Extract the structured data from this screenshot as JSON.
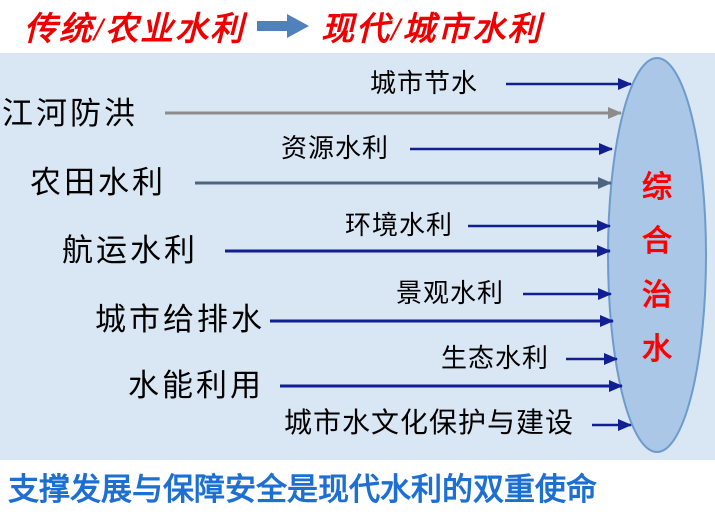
{
  "header": {
    "title_left": "传统/农业水利",
    "title_right": "现代/城市水利",
    "title_color": "#ee0000",
    "arrow_color": "#4f81bd"
  },
  "diagram": {
    "background_color": "#d9e6f3",
    "left_items": [
      {
        "label": "江河防洪"
      },
      {
        "label": "农田水利"
      },
      {
        "label": "航运水利"
      },
      {
        "label": "城市给排水"
      },
      {
        "label": "水能利用"
      }
    ],
    "middle_items": [
      {
        "label": "城市节水"
      },
      {
        "label": "资源水利"
      },
      {
        "label": "环境水利"
      },
      {
        "label": "景观水利"
      },
      {
        "label": "生态水利"
      },
      {
        "label": "城市水文化保护与建设"
      }
    ],
    "ellipse": {
      "label": "综合治水",
      "chars": [
        "综",
        "合",
        "治",
        "水"
      ],
      "fill": "#aac7e7",
      "stroke": "#6e9bcb",
      "text_color": "#ff0000"
    },
    "arrow_colors": {
      "navy": "#121f93",
      "gray": "#8c8c8c",
      "slate": "#4d6680"
    }
  },
  "footer": {
    "text": "支撑发展与保障安全是现代水利的双重使命",
    "color": "#1d6fd2"
  }
}
